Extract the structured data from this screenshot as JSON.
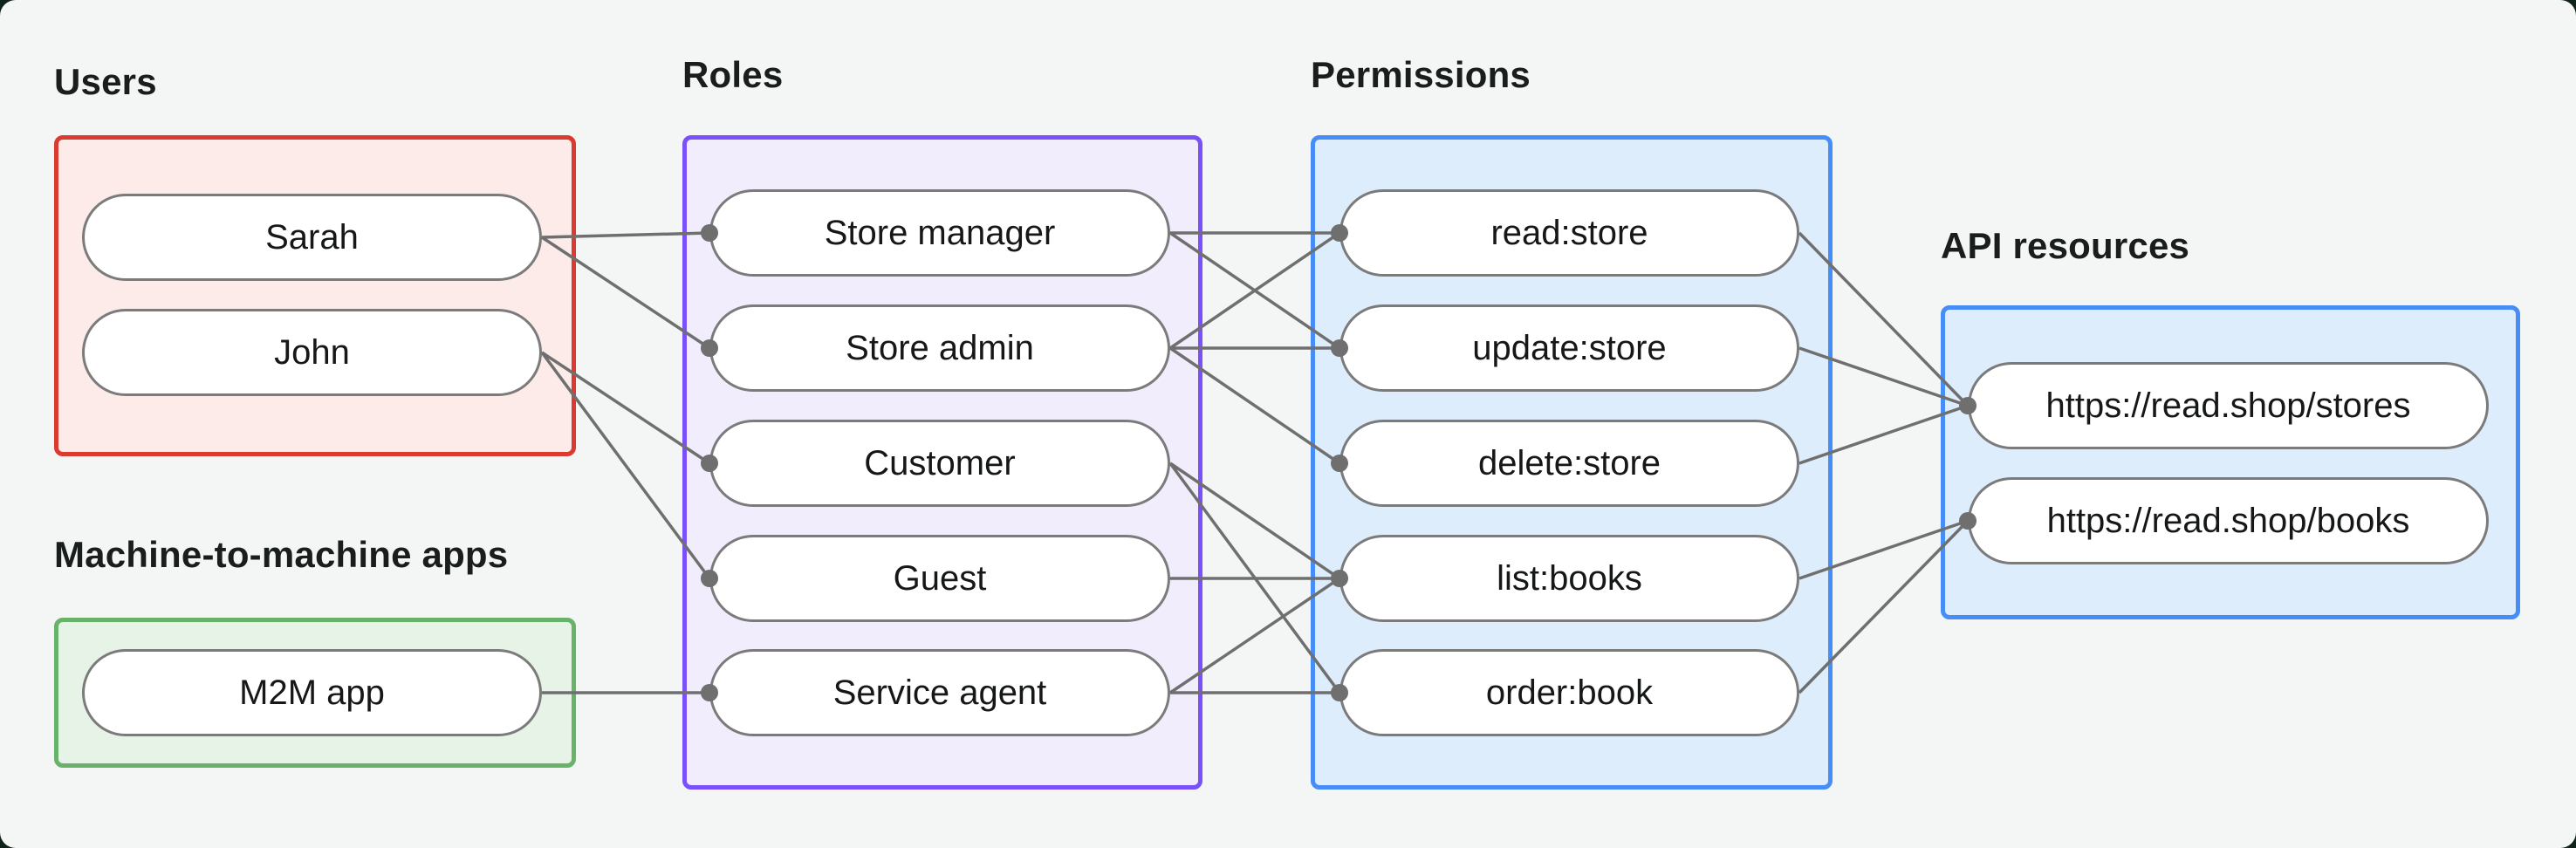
{
  "page": {
    "background_color": "#f4f6f5",
    "backdrop_color": "#10231a"
  },
  "theme": {
    "edge_color": "#6f6f6f",
    "node_border_color": "#7b7b7b",
    "node_fill_color": "#ffffff",
    "title_color": "#191d1c"
  },
  "sections": [
    {
      "id": "users",
      "label": "Users",
      "border_color": "#db3a31",
      "fill_color": "#fcebe9",
      "nodes": [
        {
          "id": "sarah",
          "label": "Sarah"
        },
        {
          "id": "john",
          "label": "John"
        }
      ]
    },
    {
      "id": "m2m",
      "label": "Machine-to-machine apps",
      "border_color": "#68b26a",
      "fill_color": "#e8f3e8",
      "nodes": [
        {
          "id": "m2m-app",
          "label": "M2M app"
        }
      ]
    },
    {
      "id": "roles",
      "label": "Roles",
      "border_color": "#7950fa",
      "fill_color": "#f2edfd",
      "nodes": [
        {
          "id": "store-manager",
          "label": "Store manager"
        },
        {
          "id": "store-admin",
          "label": "Store admin"
        },
        {
          "id": "customer",
          "label": "Customer"
        },
        {
          "id": "guest",
          "label": "Guest"
        },
        {
          "id": "service-agent",
          "label": "Service agent"
        }
      ]
    },
    {
      "id": "permissions",
      "label": "Permissions",
      "border_color": "#478df7",
      "fill_color": "#deedfc",
      "nodes": [
        {
          "id": "read-store",
          "label": "read:store"
        },
        {
          "id": "update-store",
          "label": "update:store"
        },
        {
          "id": "delete-store",
          "label": "delete:store"
        },
        {
          "id": "list-books",
          "label": "list:books"
        },
        {
          "id": "order-book",
          "label": "order:book"
        }
      ]
    },
    {
      "id": "api",
      "label": "API resources",
      "border_color": "#478df7",
      "fill_color": "#deedfc",
      "nodes": [
        {
          "id": "stores-api",
          "label": "https://read.shop/stores"
        },
        {
          "id": "books-api",
          "label": "https://read.shop/books"
        }
      ]
    }
  ],
  "edges": [
    [
      "sarah",
      "store-manager"
    ],
    [
      "sarah",
      "store-admin"
    ],
    [
      "john",
      "customer"
    ],
    [
      "john",
      "guest"
    ],
    [
      "m2m-app",
      "service-agent"
    ],
    [
      "store-manager",
      "read-store"
    ],
    [
      "store-manager",
      "update-store"
    ],
    [
      "store-admin",
      "read-store"
    ],
    [
      "store-admin",
      "update-store"
    ],
    [
      "store-admin",
      "delete-store"
    ],
    [
      "customer",
      "list-books"
    ],
    [
      "customer",
      "order-book"
    ],
    [
      "guest",
      "list-books"
    ],
    [
      "service-agent",
      "list-books"
    ],
    [
      "service-agent",
      "order-book"
    ],
    [
      "read-store",
      "stores-api"
    ],
    [
      "update-store",
      "stores-api"
    ],
    [
      "delete-store",
      "stores-api"
    ],
    [
      "list-books",
      "books-api"
    ],
    [
      "order-book",
      "books-api"
    ]
  ]
}
